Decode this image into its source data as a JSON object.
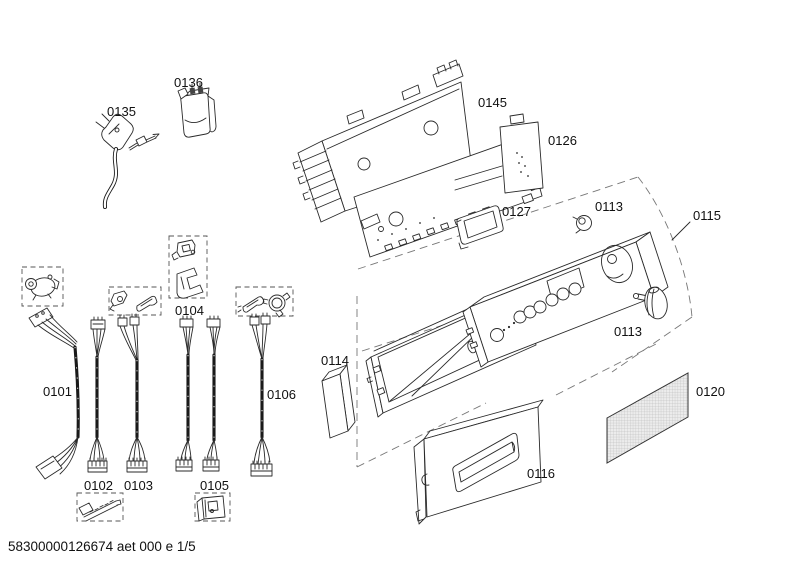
{
  "diagram": {
    "footer_code": "58300000126674 aet 000 e 1/5",
    "part_labels": {
      "power_cord": "0135",
      "suppressor": "0136",
      "control_module": "0145",
      "display_board": "0126",
      "display_window": "0127",
      "knob_small": "0113",
      "knob_large": "0113",
      "panel_assembly": "0115",
      "damper_pad": "0114",
      "harness_main": "0101",
      "cable_a": "0102",
      "cable_b": "0103",
      "clamp_kit": "0104",
      "cable_c": "0105",
      "cable_d": "0106",
      "drawer_handle": "0116",
      "label_sheet": "0120"
    }
  }
}
